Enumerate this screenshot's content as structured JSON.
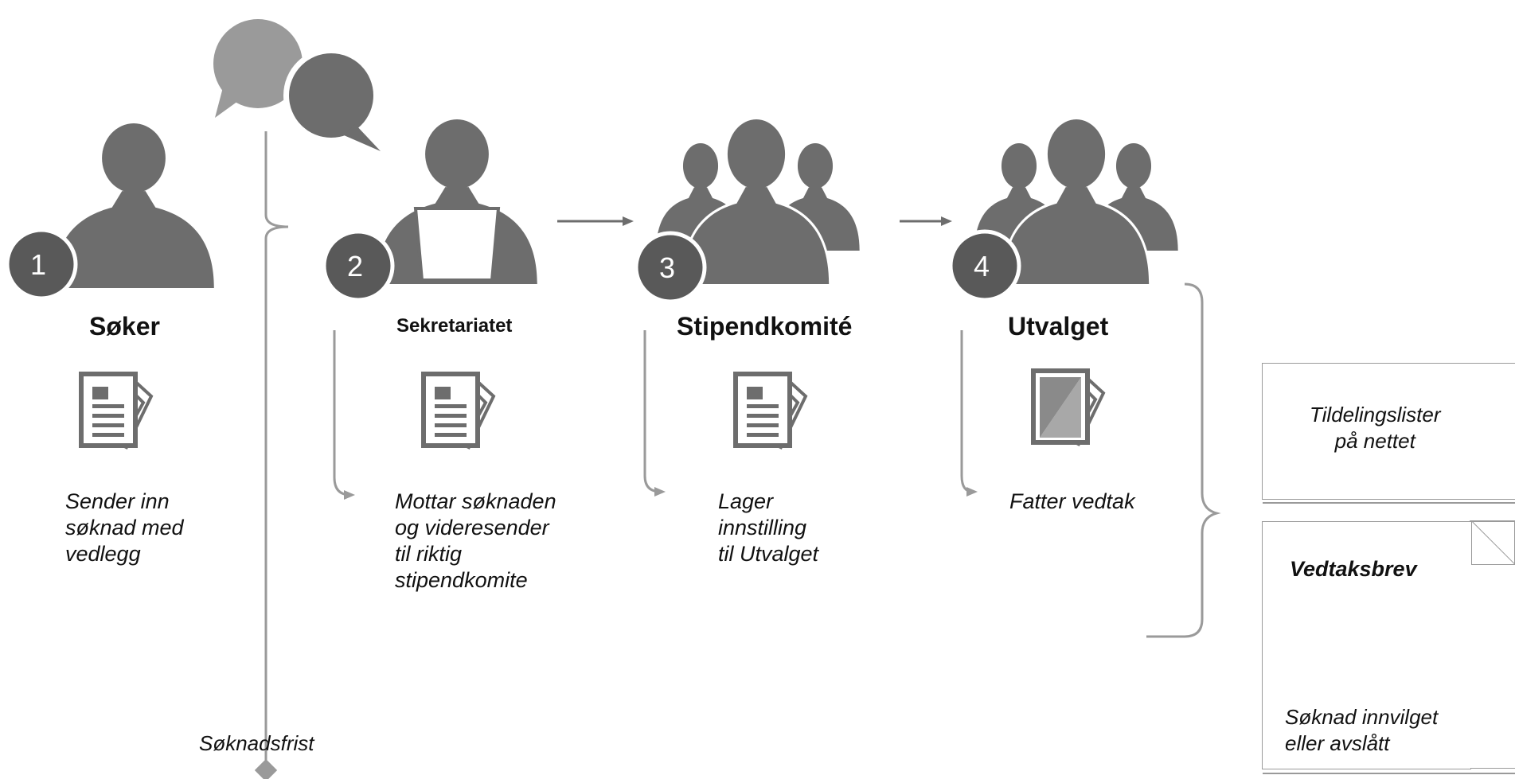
{
  "steps": [
    {
      "number": "1",
      "title": "Søker",
      "description": "Sender inn\nsøknad med\nvedlegg"
    },
    {
      "number": "2",
      "title": "Sekretariatet",
      "description": "Mottar søknaden\nog videresender\ntil riktig\nstipendkomite"
    },
    {
      "number": "3",
      "title": "Stipendkomité",
      "description": "Lager\ninnstilling\ntil  Utvalget"
    },
    {
      "number": "4",
      "title": "Utvalget",
      "description": "Fatter vedtak"
    }
  ],
  "deadline_label": "Søknadsfrist",
  "outputs": {
    "online_lists": "Tildelingslister\npå nettet",
    "decision_letter_title": "Vedtaksbrev",
    "decision_letter_text": "Søknad innvilget\neller avslått"
  },
  "colors": {
    "icon": "#6d6d6d",
    "icon_light": "#999999",
    "badge": "#595959",
    "line": "#9a9a9a",
    "doc_fill": "#a8a8a8"
  }
}
